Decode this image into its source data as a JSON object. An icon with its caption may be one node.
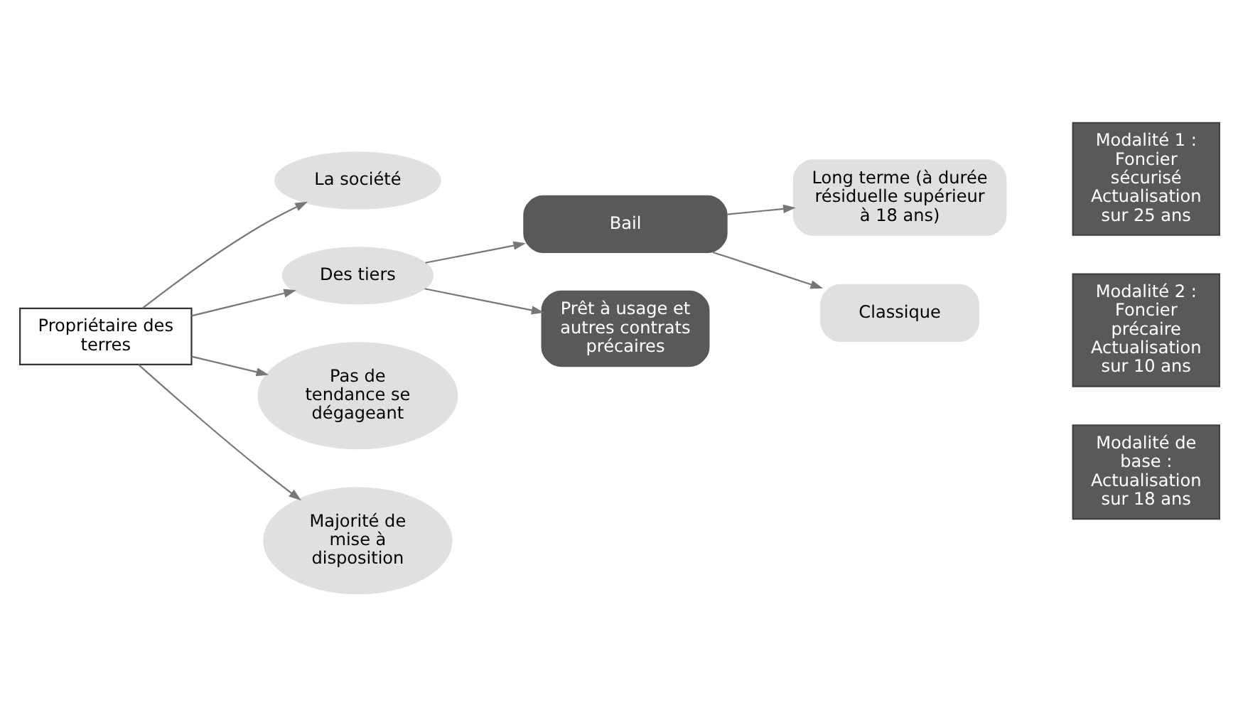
{
  "diagram": {
    "nodes": [
      {
        "text": [
          "Propriétaire des terres"
        ]
      },
      {
        "text": [
          "La société"
        ]
      },
      {
        "text": [
          "Des tiers"
        ]
      },
      {
        "text": [
          "Bail"
        ]
      },
      {
        "text": [
          "Prêt à usage et autres contrats précaires"
        ]
      },
      {
        "text": [
          "Long terme (à durée résiduelle supérieur à 18 ans)"
        ]
      },
      {
        "text": [
          "Classique"
        ]
      },
      {
        "text": [
          "Pas de tendance se dégageant"
        ]
      },
      {
        "text": [
          "Majorité de mise à disposition"
        ]
      },
      {
        "text": [
          "Modalité 1 : Foncier sécurisé Actualisation sur 25 ans"
        ]
      },
      {
        "text": [
          "Modalité 2 : Foncier précaire Actualisation sur 10 ans"
        ]
      },
      {
        "text": [
          "Modalité de base : Actualisation sur 18 ans"
        ]
      }
    ],
    "edges": [
      {
        "from": 0,
        "to": 1,
        "arrow": "to"
      },
      {
        "from": 0,
        "to": 2,
        "arrow": "to"
      },
      {
        "from": 0,
        "to": 7,
        "arrow": "to"
      },
      {
        "from": 0,
        "to": 8,
        "arrow": "to"
      },
      {
        "from": 2,
        "to": 3,
        "arrow": "to"
      },
      {
        "from": 2,
        "to": 4,
        "arrow": "to"
      },
      {
        "from": 3,
        "to": 5,
        "arrow": "to"
      },
      {
        "from": 3,
        "to": 6,
        "arrow": "to"
      }
    ]
  }
}
